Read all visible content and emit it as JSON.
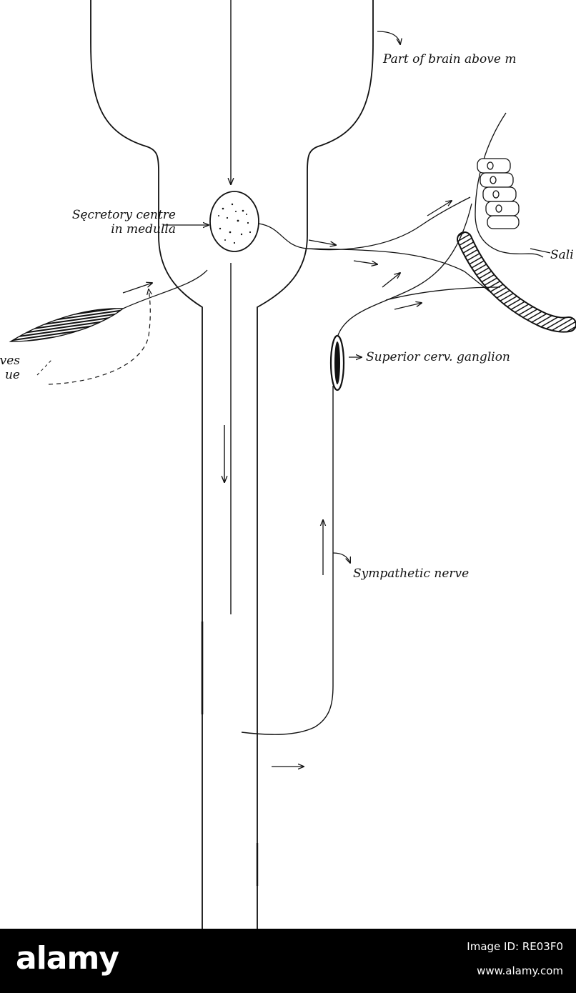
{
  "labels": {
    "brain_above": "Part of brain above m",
    "secretory_line1": "Sęcretory centre",
    "secretory_line2": "in medulla",
    "salivary": "Sali",
    "nerves_line1": "rves",
    "nerves_line2": "ue",
    "ganglion": "Superior cerv. ganglion",
    "sympathetic": "Sympathetic nerve"
  },
  "banner": {
    "brand": "alamy",
    "image_id": "Image ID: RE03F0",
    "website": "www.alamy.com"
  },
  "colors": {
    "ink": "#111111",
    "banner_bg": "#000000",
    "banner_text": "#ffffff"
  }
}
